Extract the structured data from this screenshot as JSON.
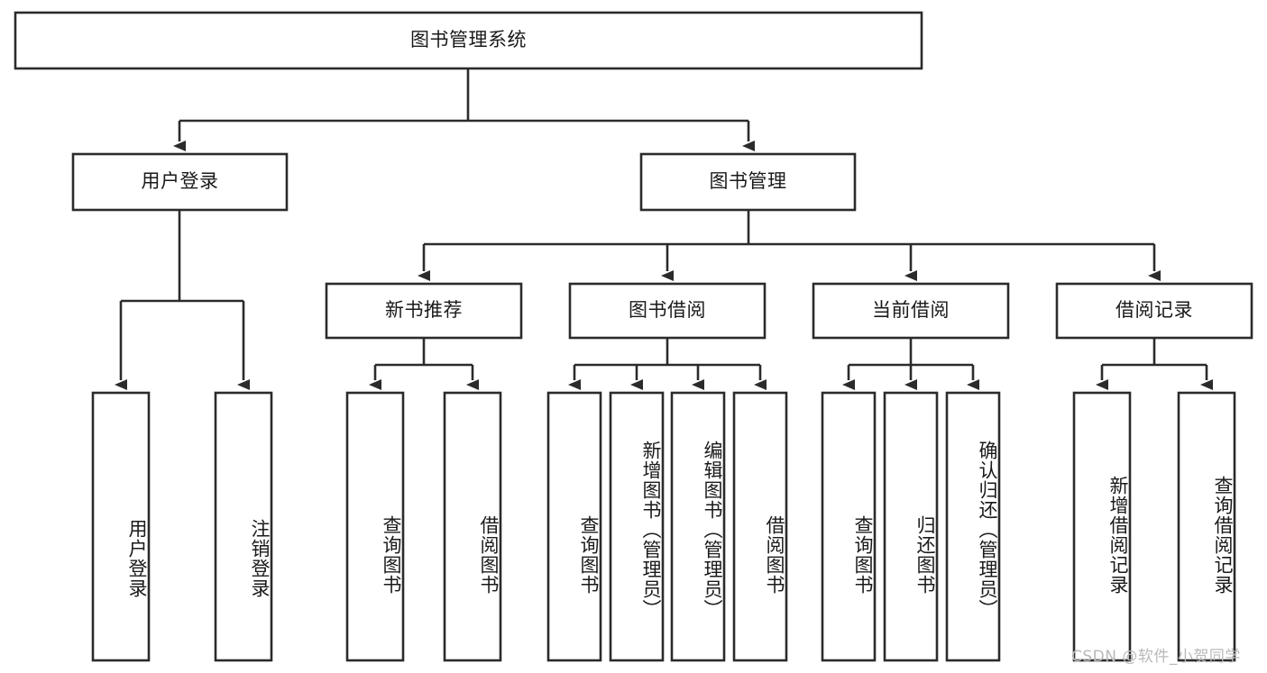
{
  "diagram": {
    "type": "tree-hierarchy",
    "title": "图书管理系统",
    "watermark": "CSDN @软件_小贺同学",
    "orientation": "top-down",
    "colors": {
      "box_stroke": "#2b2b2b",
      "box_fill": "#ffffff",
      "text": "#1a1a1a",
      "background": "#ffffff",
      "watermark": "#b9b9b9"
    },
    "root": {
      "label": "图书管理系统"
    },
    "level2": [
      {
        "label": "用户登录"
      },
      {
        "label": "图书管理"
      }
    ],
    "level3": [
      {
        "label": "新书推荐"
      },
      {
        "label": "图书借阅"
      },
      {
        "label": "当前借阅"
      },
      {
        "label": "借阅记录"
      }
    ],
    "leaves": {
      "user_login": [
        {
          "label": "用户登录"
        },
        {
          "label": "注销登录"
        }
      ],
      "new_book_recommend": [
        {
          "label": "查询图书"
        },
        {
          "label": "借阅图书"
        }
      ],
      "book_borrow": [
        {
          "label": "查询图书"
        },
        {
          "label": "新增图书（管理员）"
        },
        {
          "label": "编辑图书（管理员）"
        },
        {
          "label": "借阅图书"
        }
      ],
      "current_borrow": [
        {
          "label": "查询图书"
        },
        {
          "label": "归还图书"
        },
        {
          "label": "确认归还（管理员）"
        }
      ],
      "borrow_record": [
        {
          "label": "新增借阅记录"
        },
        {
          "label": "查询借阅记录"
        }
      ]
    }
  }
}
